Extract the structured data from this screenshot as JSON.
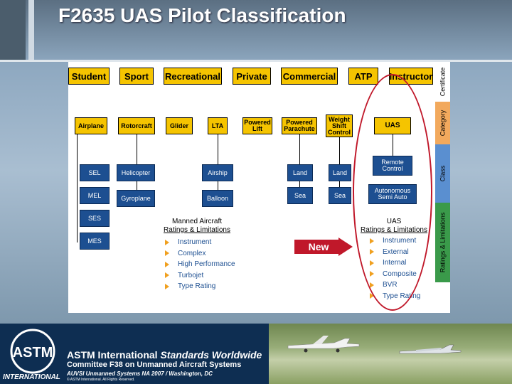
{
  "title": "F2635 UAS Pilot Classification",
  "certificates": [
    "Student",
    "Sport",
    "Recreational",
    "Private",
    "Commercial",
    "ATP",
    "Instructor"
  ],
  "categories": [
    "Airplane",
    "Rotorcraft",
    "Glider",
    "LTA",
    "Powered Lift",
    "Powered Parachute",
    "Weight Shift Control",
    "UAS"
  ],
  "classes": {
    "airplane": [
      "SEL",
      "MEL",
      "SES",
      "MES"
    ],
    "rotorcraft": [
      "Helicopter",
      "Gyroplane"
    ],
    "lta": [
      "Airship",
      "Balloon"
    ],
    "powered_parachute": [
      "Land",
      "Sea"
    ],
    "weight_shift": [
      "Land",
      "Sea"
    ],
    "uas": [
      "Remote Control",
      "Autonomous Semi Auto"
    ]
  },
  "side_labels": [
    "Certificate",
    "Category",
    "Class",
    "Ratings & Limitations"
  ],
  "manned": {
    "title": "Manned Aircraft",
    "subtitle": "Ratings & Limitations",
    "items": [
      "Instrument",
      "Complex",
      "High Performance",
      "Turbojet",
      "Type Rating"
    ]
  },
  "uas_ratings": {
    "title": "UAS",
    "subtitle": "Ratings & Limitations",
    "items": [
      "Instrument",
      "External",
      "Internal",
      "Composite",
      "BVR",
      "Type Rating"
    ]
  },
  "new_label": "New",
  "footer": {
    "logo_text": "INTERNATIONAL",
    "org": "ASTM International",
    "tagline": "Standards Worldwide",
    "committee": "Committee F38 on Unmanned Aircraft Systems",
    "event": "AUVSI Unmanned Systems NA 2007 / Washington, DC",
    "copyright": "© ASTM International. All Rights Reserved."
  },
  "colors": {
    "accent": "#f5c400",
    "class_box": "#1d4f91",
    "oval": "#c0182a",
    "new_arrow": "#c0182a"
  }
}
